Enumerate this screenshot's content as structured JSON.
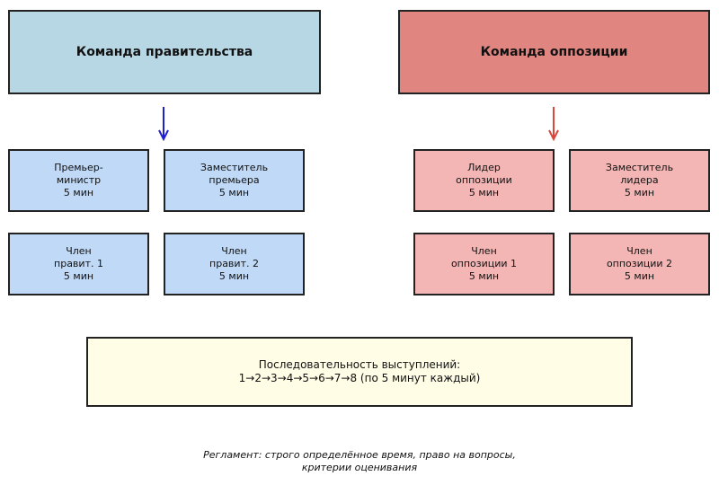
{
  "government": {
    "title": "Команда правительства",
    "color": "#b7d7e4",
    "member_color": "#bfd9f7",
    "arrow_color": "#1f1fd0",
    "members": [
      {
        "label": "Премьер-\nминистр\n5 мин"
      },
      {
        "label": "Заместитель\nпремьера\n5 мин"
      },
      {
        "label": "Член\nправит. 1\n5 мин"
      },
      {
        "label": "Член\nправит. 2\n5 мин"
      }
    ]
  },
  "opposition": {
    "title": "Команда оппозиции",
    "color": "#e08580",
    "member_color": "#f4b6b5",
    "arrow_color": "#d8463c",
    "members": [
      {
        "label": "Лидер\nоппозиции\n5 мин"
      },
      {
        "label": "Заместитель\nлидера\n5 мин"
      },
      {
        "label": "Член\nоппозиции 1\n5 мин"
      },
      {
        "label": "Член\nоппозиции 2\n5 мин"
      }
    ]
  },
  "sequence": {
    "text": "Последовательность выступлений:\n1→2→3→4→5→6→7→8 (по 5 минут каждый)",
    "color": "#fffde6"
  },
  "footer": "Регламент: строго определённое время, право на вопросы,\nкритерии оценивания"
}
